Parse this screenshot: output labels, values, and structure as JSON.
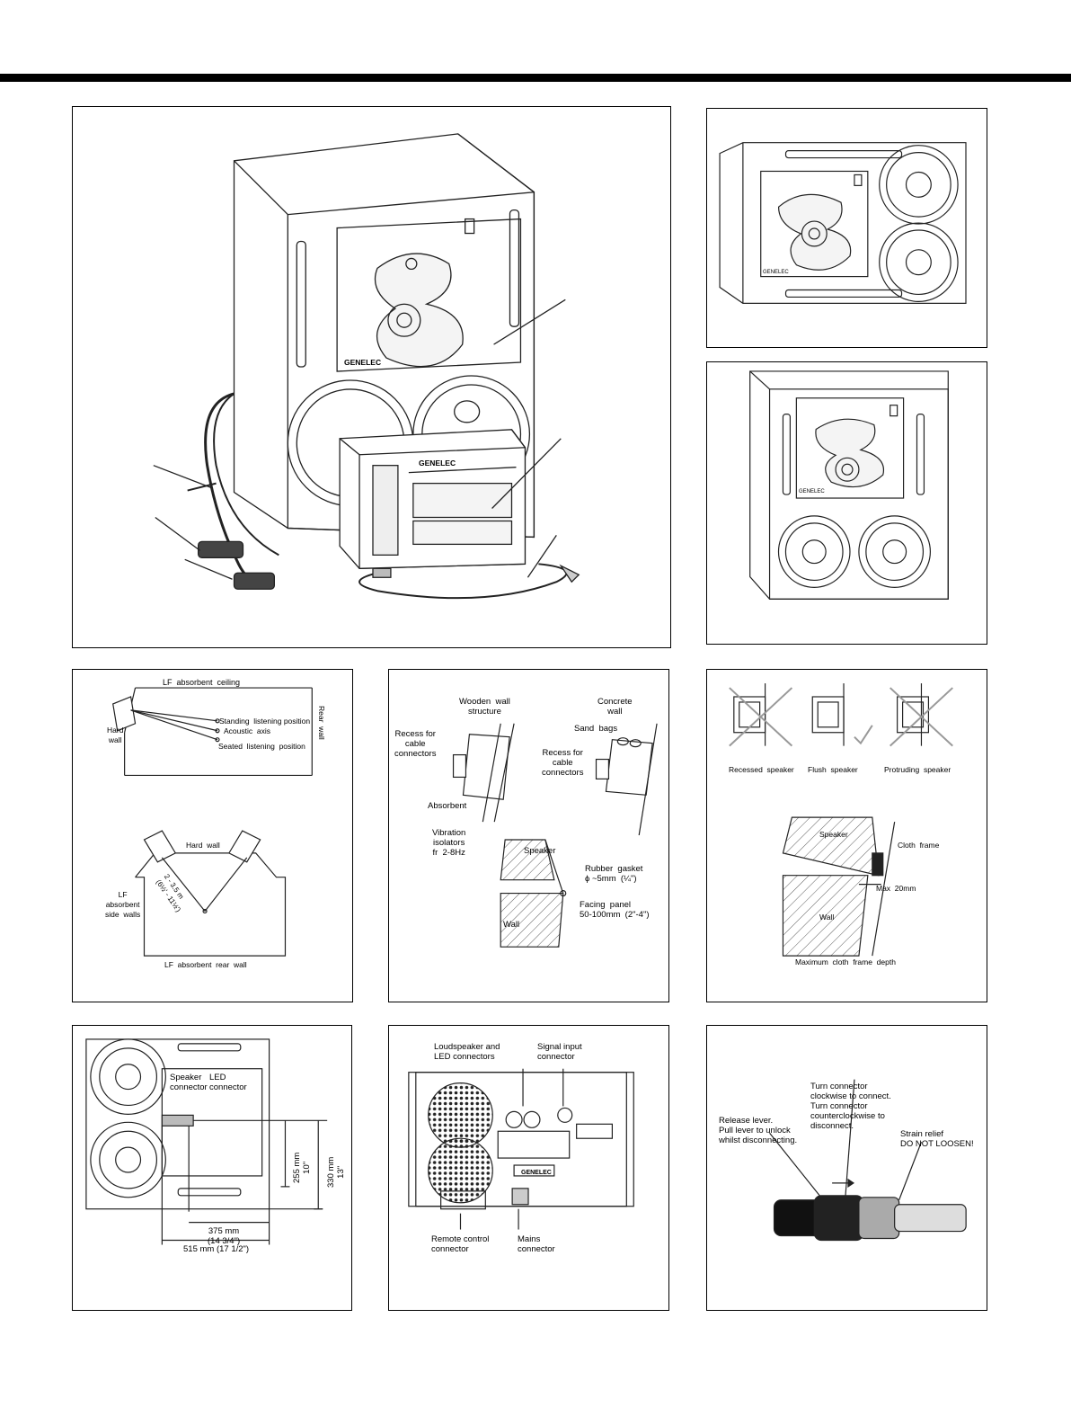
{
  "figures": {
    "main": {
      "brand_speaker": "GENELEC",
      "brand_amp": "GENELEC",
      "speaker_digit": "8"
    },
    "front_view": {
      "brand": "GENELEC",
      "digit": "8"
    },
    "front_view_vertical": {
      "brand": "GENELEC",
      "digit": "8"
    },
    "room": {
      "ceiling": "LF  absorbent  ceiling",
      "hard_wall_1": "Hard\nwall",
      "rear_wall": "Rear  wall",
      "standing": "Standing  listening position",
      "axis": "Acoustic  axis",
      "seated": "Seated  listening  position",
      "hard_wall_2": "Hard  wall",
      "side_walls": "LF\nabsorbent\nside  walls",
      "distance": "2 - 3.5 m\n(6½' - 11½')",
      "rear_wall_2": "LF  absorbent  rear  wall"
    },
    "mounting": {
      "wooden": "Wooden  wall\nstructure",
      "concrete": "Concrete\nwall",
      "recess_1": "Recess for\ncable\nconnectors",
      "sand": "Sand  bags",
      "recess_2": "Recess for\ncable\nconnectors",
      "absorbent": "Absorbent",
      "isolators": "Vibration\nisolators\nfr  2-8Hz",
      "speaker": "Speaker",
      "gasket": "Rubber  gasket\nϕ ~5mm  (¼\")",
      "wall": "Wall",
      "facing": "Facing  panel\n50-100mm  (2\"-4\")"
    },
    "flush": {
      "recessed": "Recessed  speaker",
      "flush": "Flush  speaker",
      "protruding": "Protruding  speaker",
      "speaker": "Speaker",
      "cloth": "Cloth  frame",
      "max": "Max  20mm",
      "wall": "Wall",
      "caption": "Maximum  cloth  frame  depth"
    },
    "dims": {
      "speaker_conn": "Speaker\nconnector",
      "led_conn": "LED\nconnector",
      "h1": "255 mm\n10\"",
      "h2": "330 mm\n13\"",
      "w1": "375 mm\n(14 3/4\")",
      "w2": "515 mm (17 1/2\")"
    },
    "amp_rear": {
      "ls_conn": "Loudspeaker and\nLED connectors",
      "sig_conn": "Signal input\nconnector",
      "remote": "Remote control\nconnector",
      "mains": "Mains\nconnector",
      "brand": "GENELEC"
    },
    "connector": {
      "turn": "Turn connector\nclockwise to connect.\nTurn connector\ncounterclockwise to\ndisconnect.",
      "release": "Release lever.\nPull lever to unlock\nwhilst disconnecting.",
      "strain": "Strain relief\nDO NOT LOOSEN!"
    }
  }
}
